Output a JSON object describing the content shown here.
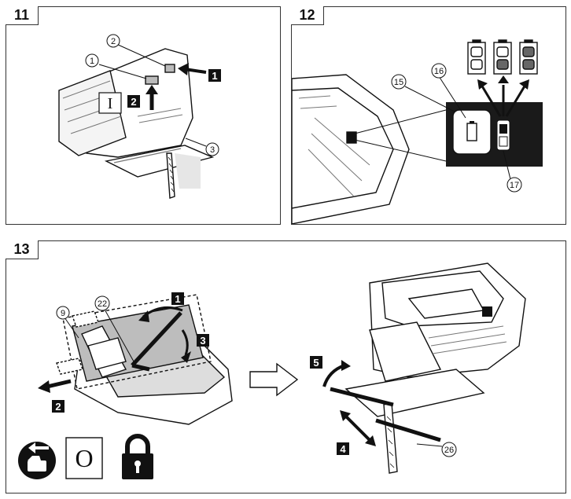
{
  "figures": [
    {
      "number": "11",
      "callouts": [
        "1",
        "2",
        "3"
      ],
      "steps": [
        "1",
        "2"
      ],
      "symbol": "I"
    },
    {
      "number": "12",
      "callouts": [
        "15",
        "16",
        "17"
      ]
    },
    {
      "number": "13",
      "callouts": [
        "9",
        "22",
        "26"
      ],
      "steps": [
        "1",
        "2",
        "3",
        "4",
        "5"
      ],
      "symbol": "O"
    }
  ],
  "icons": [
    "lock-icon",
    "folder-arrow-icon"
  ],
  "colors": {
    "ink": "#111111",
    "panel_bg": "#1a1a1a",
    "light_fill": "#e6e6e6"
  }
}
